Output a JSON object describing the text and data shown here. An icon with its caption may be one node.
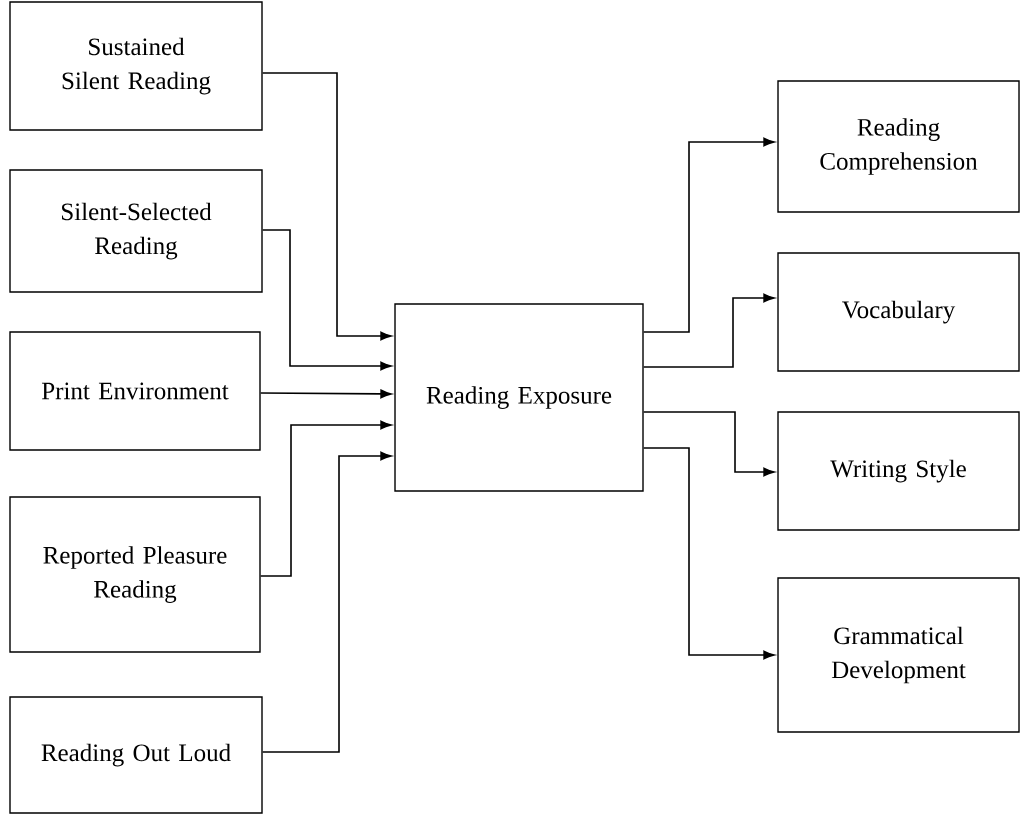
{
  "diagram": {
    "nodes": [
      {
        "text": [
          "Sustained Silent Reading"
        ]
      },
      {
        "text": [
          "Silent-Selected Reading"
        ]
      },
      {
        "text": [
          "Print Environment"
        ]
      },
      {
        "text": [
          "Reported Pleasure Reading"
        ]
      },
      {
        "text": [
          "Reading Out Loud"
        ]
      },
      {
        "text": [
          "Reading Exposure"
        ]
      },
      {
        "text": [
          "Reading Comprehension"
        ]
      },
      {
        "text": [
          "Vocabulary"
        ]
      },
      {
        "text": [
          "Writing Style"
        ]
      },
      {
        "text": [
          "Grammatical Development"
        ]
      }
    ],
    "edges": [
      {
        "from": 0,
        "to": 5,
        "arrow": "to"
      },
      {
        "from": 1,
        "to": 5,
        "arrow": "to"
      },
      {
        "from": 2,
        "to": 5,
        "arrow": "to"
      },
      {
        "from": 3,
        "to": 5,
        "arrow": "to"
      },
      {
        "from": 4,
        "to": 5,
        "arrow": "to"
      },
      {
        "from": 5,
        "to": 6,
        "arrow": "to"
      },
      {
        "from": 5,
        "to": 7,
        "arrow": "to"
      },
      {
        "from": 5,
        "to": 8,
        "arrow": "to"
      },
      {
        "from": 5,
        "to": 9,
        "arrow": "to"
      }
    ]
  }
}
